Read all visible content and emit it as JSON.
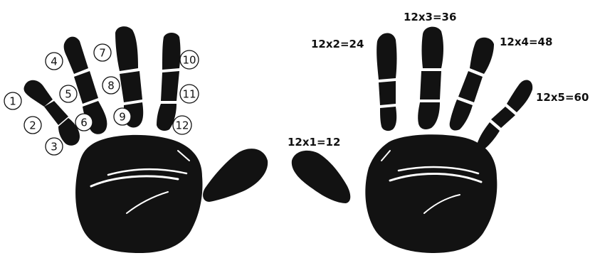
{
  "left_hand": {
    "segment_numbers": [
      "1",
      "2",
      "3",
      "4",
      "5",
      "6",
      "7",
      "8",
      "9",
      "10",
      "11",
      "12"
    ]
  },
  "right_hand": {
    "equations": [
      "12x1=12",
      "12x2=24",
      "12x3=36",
      "12x4=48",
      "12x5=60"
    ]
  },
  "colors": {
    "ink": "#121212",
    "background": "#ffffff",
    "crease": "#ffffff"
  }
}
